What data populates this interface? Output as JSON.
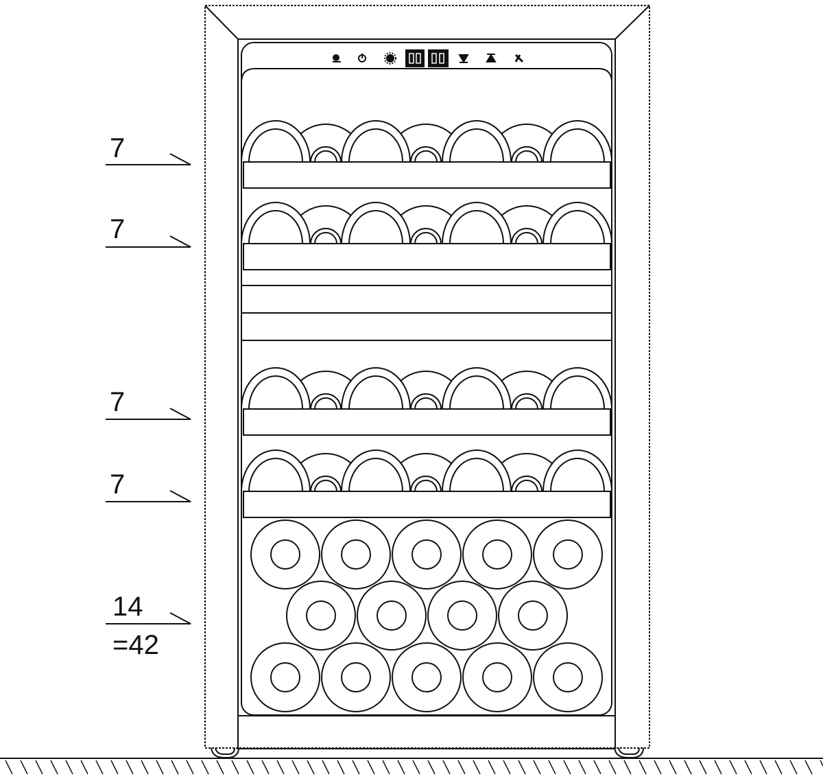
{
  "shelf_labels": [
    {
      "count": "7"
    },
    {
      "count": "7"
    },
    {
      "count": "7"
    },
    {
      "count": "7"
    },
    {
      "count": "14"
    }
  ],
  "total_label": "=42",
  "control_panel": {
    "icons": [
      "light-icon",
      "power-icon",
      "sun-icon",
      "temperature-display",
      "temperature-display",
      "down-arrow-icon",
      "up-arrow-icon",
      "zone-icon"
    ]
  },
  "colors": {
    "line": "#111111",
    "background": "#ffffff"
  }
}
